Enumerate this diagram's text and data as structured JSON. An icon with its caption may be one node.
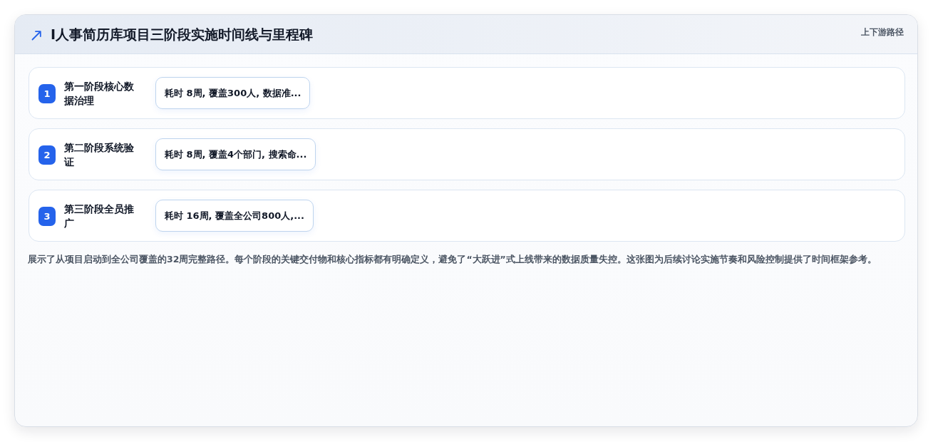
{
  "diagram": {
    "title": "I人事简历库项目三阶段实施时间线与里程碑",
    "caption": "展示了从项目启动到全公司覆盖的32周完整路径。每个阶段的关键交付物和核心指标都有明确定义，避免了“大跃进”式上线带来的数据质量失控。这张图为后续讨论实施节奏和风险控制提供了时间框架参考。",
    "nodes": [
      {
        "text": [
          "第一阶段核心数据治理"
        ]
      },
      {
        "text": [
          "1"
        ],
        "in": 0
      },
      {
        "text": [
          "耗时 8周, 覆盖300人, 数据准..."
        ],
        "in": 0
      },
      {
        "text": [
          "第二阶段系统验证"
        ]
      },
      {
        "text": [
          "2"
        ],
        "in": 3
      },
      {
        "text": [
          "耗时 8周, 覆盖4个部门, 搜索命..."
        ],
        "in": 3
      },
      {
        "text": [
          "第三阶段全员推广"
        ]
      },
      {
        "text": [
          "3"
        ],
        "in": 6
      },
      {
        "text": [
          "耗时 16周, 覆盖全公司800人,..."
        ],
        "in": 6
      }
    ],
    "labels": [
      "上下游路径"
    ]
  }
}
